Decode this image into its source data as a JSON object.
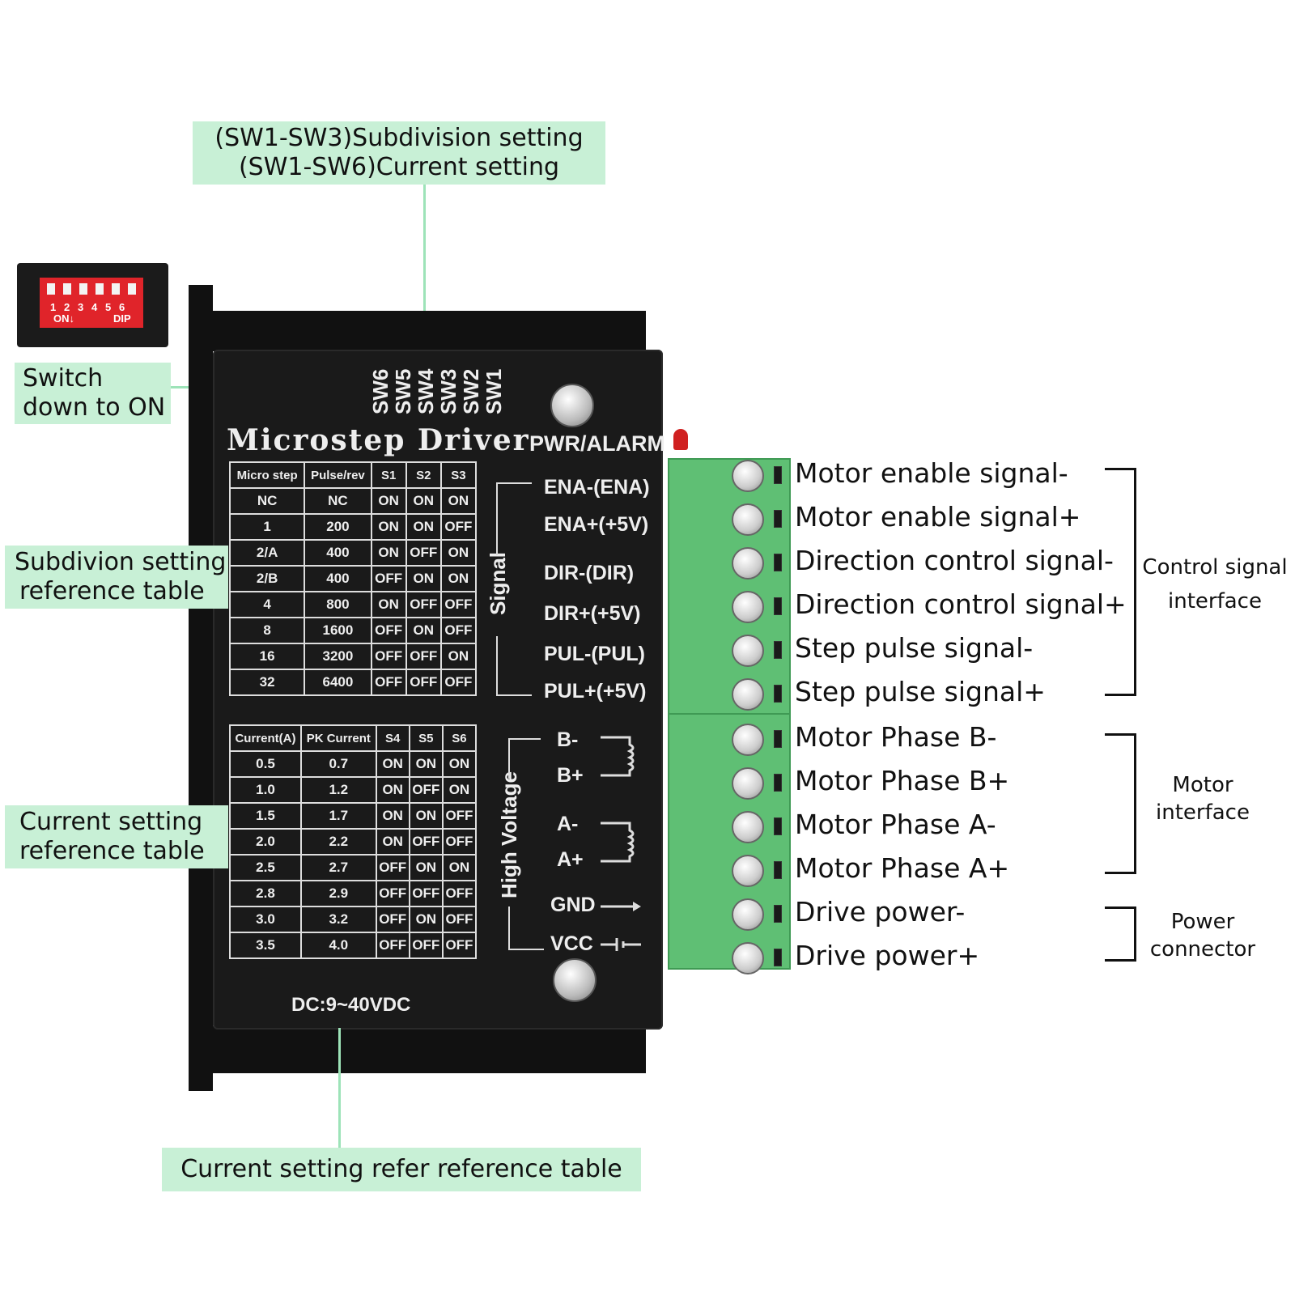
{
  "callouts": {
    "top_line1": "(SW1-SW3)Subdivision setting",
    "top_line2": "(SW1-SW6)Current setting",
    "switch_line1": "Switch",
    "switch_line2": "down to ON",
    "subdiv_line1": "Subdivion setting",
    "subdiv_line2": "reference table",
    "current_line1": "Current setting",
    "current_line2": "reference table",
    "bottom": "Current setting refer reference table"
  },
  "dip_switch": {
    "numbers": [
      "1",
      "2",
      "3",
      "4",
      "5",
      "6"
    ],
    "on_label": "ON↓",
    "dip_label": "DIP"
  },
  "driver": {
    "title": "Microstep Driver",
    "pwr_alarm": "PWR/ALARM",
    "sw_labels": [
      "SW6",
      "SW5",
      "SW4",
      "SW3",
      "SW2",
      "SW1"
    ],
    "signal_label": "Signal",
    "high_voltage_label": "High Voltage",
    "dc_label": "DC:9~40VDC",
    "signal_pins": [
      "ENA-(ENA)",
      "ENA+(+5V)",
      "DIR-(DIR)",
      "DIR+(+5V)",
      "PUL-(PUL)",
      "PUL+(+5V)"
    ],
    "hv_pins": [
      "B-",
      "B+",
      "A-",
      "A+",
      "GND",
      "VCC"
    ]
  },
  "subdivision_table": {
    "headers": [
      "Micro step",
      "Pulse/rev",
      "S1",
      "S2",
      "S3"
    ],
    "rows": [
      [
        "NC",
        "NC",
        "ON",
        "ON",
        "ON"
      ],
      [
        "1",
        "200",
        "ON",
        "ON",
        "OFF"
      ],
      [
        "2/A",
        "400",
        "ON",
        "OFF",
        "ON"
      ],
      [
        "2/B",
        "400",
        "OFF",
        "ON",
        "ON"
      ],
      [
        "4",
        "800",
        "ON",
        "OFF",
        "OFF"
      ],
      [
        "8",
        "1600",
        "OFF",
        "ON",
        "OFF"
      ],
      [
        "16",
        "3200",
        "OFF",
        "OFF",
        "ON"
      ],
      [
        "32",
        "6400",
        "OFF",
        "OFF",
        "OFF"
      ]
    ]
  },
  "current_table": {
    "headers": [
      "Current(A)",
      "PK Current",
      "S4",
      "S5",
      "S6"
    ],
    "rows": [
      [
        "0.5",
        "0.7",
        "ON",
        "ON",
        "ON"
      ],
      [
        "1.0",
        "1.2",
        "ON",
        "OFF",
        "ON"
      ],
      [
        "1.5",
        "1.7",
        "ON",
        "ON",
        "OFF"
      ],
      [
        "2.0",
        "2.2",
        "ON",
        "OFF",
        "OFF"
      ],
      [
        "2.5",
        "2.7",
        "OFF",
        "ON",
        "ON"
      ],
      [
        "2.8",
        "2.9",
        "OFF",
        "OFF",
        "OFF"
      ],
      [
        "3.0",
        "3.2",
        "OFF",
        "ON",
        "OFF"
      ],
      [
        "3.5",
        "4.0",
        "OFF",
        "OFF",
        "OFF"
      ]
    ]
  },
  "terminals": [
    "Motor enable signal-",
    "Motor enable signal+",
    "Direction control signal-",
    "Direction control signal+",
    "Step pulse signal-",
    "Step pulse signal+",
    "Motor Phase B-",
    "Motor Phase B+",
    "Motor Phase A-",
    "Motor Phase A+",
    "Drive power-",
    "Drive power+"
  ],
  "groups": {
    "control_line1": "Control signal",
    "control_line2": "interface",
    "motor_line1": "Motor",
    "motor_line2": "interface",
    "power_line1": "Power",
    "power_line2": "connector"
  },
  "colors": {
    "callout_bg": "#c8f0d6",
    "terminal_green": "#5fbf74",
    "driver_black": "#1a1a1a"
  }
}
